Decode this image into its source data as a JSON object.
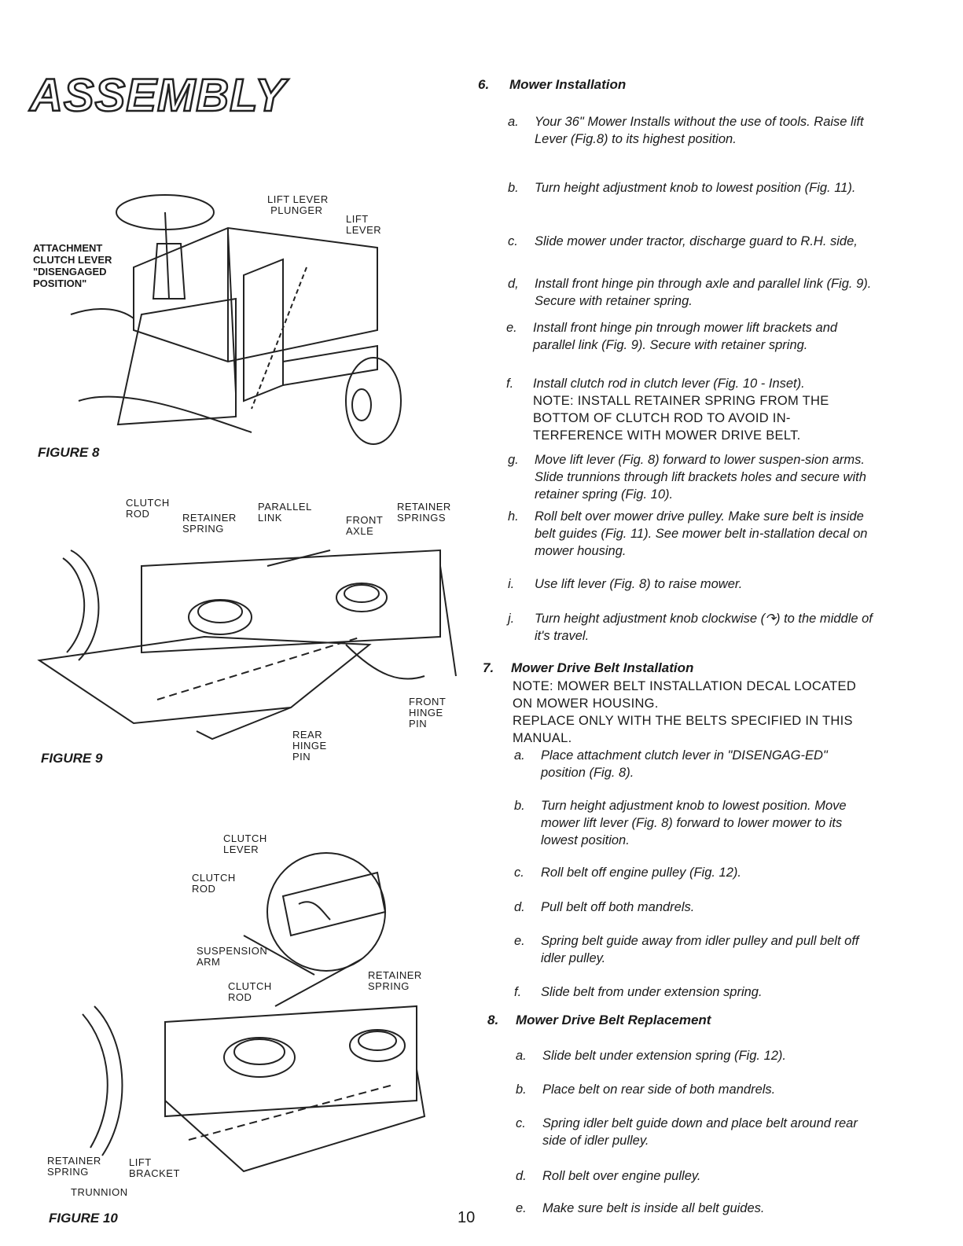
{
  "header": {
    "title": "ASSEMBLY"
  },
  "figures": [
    {
      "caption": "FIGURE 8",
      "labels": {
        "lift_lever_plunger": "LIFT LEVER\n PLUNGER",
        "lift_lever": "LIFT\nLEVER",
        "clutch_lever": "ATTACHMENT\nCLUTCH LEVER\n\"DISENGAGED\nPOSITION\""
      }
    },
    {
      "caption": "FIGURE 9",
      "labels": {
        "clutch_rod": "CLUTCH\nROD",
        "retainer_spring": "RETAINER\nSPRING",
        "parallel_link": "PARALLEL\nLINK",
        "front_axle": "FRONT\nAXLE",
        "retainer_springs": "RETAINER\nSPRINGS",
        "front_hinge_pin": "FRONT\nHINGE\nPIN",
        "rear_hinge_pin": "REAR\nHINGE\nPIN"
      }
    },
    {
      "caption": "FIGURE 10",
      "labels": {
        "clutch_lever": "CLUTCH\nLEVER",
        "clutch_rod_top": "CLUTCH\nROD",
        "suspension_arm": "SUSPENSION\nARM",
        "clutch_rod_mid": "CLUTCH\nROD",
        "retainer_spring_right": "RETAINER\nSPRING",
        "retainer_spring_left": "RETAINER\nSPRING",
        "lift_bracket": "LIFT\nBRACKET",
        "trunnion": "TRUNNION"
      }
    }
  ],
  "sections": [
    {
      "num": "6.",
      "title": "Mower Installation",
      "items": [
        {
          "letter": "a.",
          "text": "Your 36\" Mower Installs without the use of tools. Raise lift Lever (Fig.8) to its highest position."
        },
        {
          "letter": "b.",
          "text": "Turn height adjustment knob to lowest position (Fig. 11)."
        },
        {
          "letter": "c.",
          "text": "Slide mower under tractor, discharge guard to R.H. side,"
        },
        {
          "letter": "d,",
          "text": "Install front hinge pin through axle and parallel link (Fig. 9). Secure with retainer spring."
        },
        {
          "letter": "e.",
          "text": "Install front hinge pin tnrough mower lift brackets and parallel link (Fig. 9). Secure with retainer spring."
        },
        {
          "letter": "f.",
          "text": "Install clutch rod in clutch lever (Fig. 10 - Inset).",
          "note": "NOTE: INSTALL RETAINER SPRING FROM THE BOTTOM OF CLUTCH ROD TO AVOID IN-TERFERENCE WITH MOWER DRIVE BELT."
        },
        {
          "letter": "g.",
          "text": "Move lift lever (Fig. 8) forward to lower suspen-sion arms. Slide trunnions through lift brackets holes and secure with retainer spring (Fig. 10)."
        },
        {
          "letter": "h.",
          "text": "Roll belt over mower drive pulley. Make sure belt is inside belt guides (Fig. 11). See mower belt in-stallation decal on mower housing."
        },
        {
          "letter": "i.",
          "text": "Use lift lever (Fig. 8) to raise mower."
        },
        {
          "letter": "j.",
          "text": "Turn height adjustment knob clockwise (↷) to the middle of it's travel."
        }
      ]
    },
    {
      "num": "7.",
      "title": "Mower Drive Belt Installation",
      "note1": "NOTE: MOWER BELT INSTALLATION DECAL LOCATED ON MOWER HOUSING.",
      "note2": "REPLACE ONLY WITH THE BELTS SPECIFIED IN THIS MANUAL.",
      "items": [
        {
          "letter": "a.",
          "text": "Place attachment clutch lever in \"DISENGAG-ED\" position (Fig. 8)."
        },
        {
          "letter": "b.",
          "text": "Turn height adjustment knob to lowest position. Move mower lift lever (Fig. 8) forward to lower mower to its lowest position."
        },
        {
          "letter": "c.",
          "text": "Roll belt off engine pulley (Fig. 12)."
        },
        {
          "letter": "d.",
          "text": "Pull belt off both mandrels."
        },
        {
          "letter": "e.",
          "text": "Spring belt guide away from idler pulley and pull belt off idler pulley."
        },
        {
          "letter": "f.",
          "text": "Slide belt from under extension spring."
        }
      ]
    },
    {
      "num": "8.",
      "title": "Mower Drive Belt Replacement",
      "items": [
        {
          "letter": "a.",
          "text": "Slide belt under extension spring (Fig. 12)."
        },
        {
          "letter": "b.",
          "text": "Place belt on rear side of both mandrels."
        },
        {
          "letter": "c.",
          "text": "Spring idler belt guide down and place belt around rear side of idler pulley."
        },
        {
          "letter": "d.",
          "text": "Roll belt over engine pulley."
        },
        {
          "letter": "e.",
          "text": "Make sure belt is inside all belt guides."
        }
      ]
    }
  ],
  "footer": {
    "page_number": "10"
  }
}
